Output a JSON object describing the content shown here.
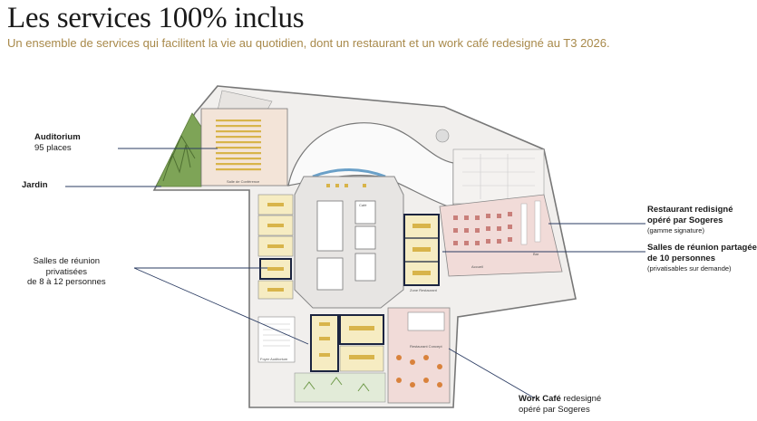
{
  "title": "Les services 100% inclus",
  "subtitle": "Un ensemble de services qui facilitent la vie au quotidien, dont un restaurant et un work café redesigné  au T3 2026.",
  "labels": {
    "auditorium": {
      "name": "Auditorium",
      "detail": "95 places"
    },
    "jardin": {
      "name": "Jardin"
    },
    "meeting_private": {
      "line1": "Salles de réunion",
      "line2": "privatisées",
      "line3": "de 8 à 12 personnes"
    },
    "restaurant": {
      "line1": "Restaurant redisigné",
      "line2": "opéré par Sogeres",
      "line3": "(gamme signature)"
    },
    "meeting_shared": {
      "line1": "Salles de réunion partagées",
      "line2": "de 10 personnes",
      "line3": "(privatisables sur demande)"
    },
    "work_cafe": {
      "bold": "Work Café",
      "rest": " redesigné",
      "line2": "opéré par Sogeres"
    }
  },
  "plan_texts": {
    "salle_conference": "Salle de Conférence",
    "cafe": "Café",
    "zone_restaurant": "Zone Restaurant",
    "accueil": "Accueil",
    "restaurant_concept": "Restaurant Concept",
    "foyer": "Foyer Auditorium",
    "bar": "Bar"
  },
  "colors": {
    "accent": "#a8894a",
    "garden": "#6f9a4a",
    "auditorium": "#f3e4d8",
    "restaurant": "#f1dbd8",
    "meeting": "#f6ecc2",
    "highlight": "#1b2440"
  }
}
